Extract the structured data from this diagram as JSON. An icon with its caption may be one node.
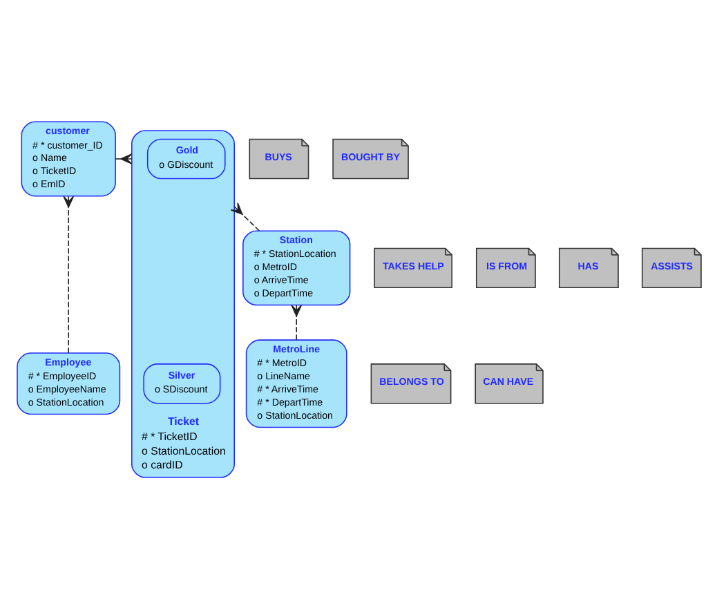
{
  "diagram": {
    "nodes": [
      {
        "text": [
          "customer",
          "# * customer_ID",
          "o Name",
          "o TicketID",
          "o EmID"
        ]
      },
      {
        "text": [
          "Ticket",
          "# * TicketID",
          "o StationLocation",
          "o cardID"
        ]
      },
      {
        "text": [
          "Gold",
          "o GDiscount"
        ],
        "in": 1
      },
      {
        "text": [
          "Silver",
          "o SDiscount"
        ],
        "in": 1
      },
      {
        "text": [
          "BUYS"
        ]
      },
      {
        "text": [
          "BOUGHT BY"
        ]
      },
      {
        "text": [
          "TAKES HELP"
        ]
      },
      {
        "text": [
          "IS FROM"
        ]
      },
      {
        "text": [
          "HAS"
        ]
      },
      {
        "text": [
          "ASSISTS"
        ]
      },
      {
        "text": [
          "Employee",
          "# * EmployeeID",
          "o EmployeeName",
          "o StationLocation"
        ]
      },
      {
        "text": [
          "Station",
          "# * StationLocation",
          "o MetroID",
          "o ArriveTime",
          "o DepartTime"
        ]
      },
      {
        "text": [
          "BELONGS TO"
        ]
      },
      {
        "text": [
          "CAN HAVE"
        ]
      },
      {
        "text": [
          "MetroLine",
          "# * MetroID",
          "o LineName",
          "# * ArriveTime",
          "# * DepartTime",
          "o StationLocation"
        ]
      }
    ],
    "edges": [
      {
        "from": 0,
        "to": 1,
        "arrow": "other",
        "style": "dashed"
      },
      {
        "from": 10,
        "to": 0,
        "arrow": "other",
        "style": "dashed"
      },
      {
        "from": 11,
        "to": 1,
        "arrow": "other",
        "style": "dashed"
      },
      {
        "from": 14,
        "to": 11,
        "arrow": "other",
        "style": "dashed"
      }
    ]
  }
}
